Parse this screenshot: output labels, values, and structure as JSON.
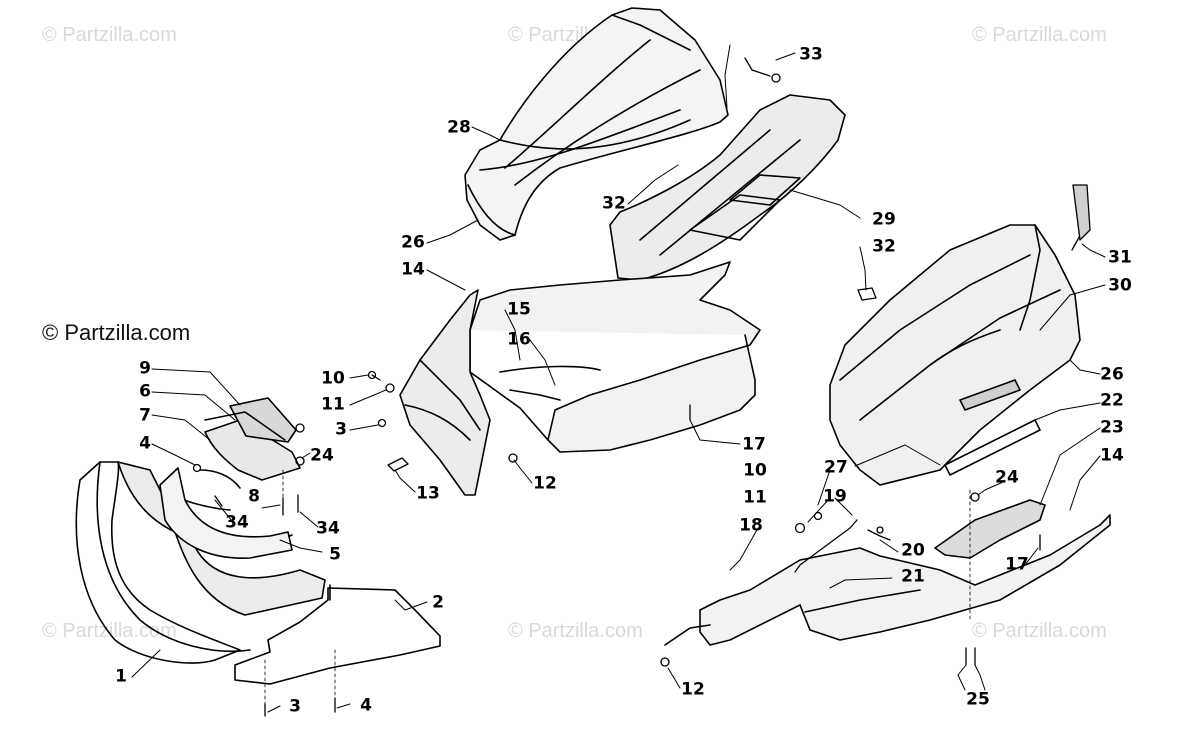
{
  "watermark": "© Partzilla.com",
  "callouts": {
    "c1": "1",
    "c2": "2",
    "c3a": "3",
    "c3b": "3",
    "c4a": "4",
    "c4b": "4",
    "c5": "5",
    "c6": "6",
    "c7": "7",
    "c8": "8",
    "c9": "9",
    "c10a": "10",
    "c10b": "10",
    "c11a": "11",
    "c11b": "11",
    "c12a": "12",
    "c12b": "12",
    "c13": "13",
    "c14a": "14",
    "c14b": "14",
    "c15": "15",
    "c16": "16",
    "c17a": "17",
    "c17b": "17",
    "c18": "18",
    "c19": "19",
    "c20": "20",
    "c21": "21",
    "c22": "22",
    "c23": "23",
    "c24a": "24",
    "c24b": "24",
    "c25": "25",
    "c26a": "26",
    "c26b": "26",
    "c27": "27",
    "c28": "28",
    "c29": "29",
    "c30": "30",
    "c31": "31",
    "c32a": "32",
    "c32b": "32",
    "c33": "33",
    "c34a": "34",
    "c34b": "34"
  },
  "colors": {
    "line": "#000000",
    "shade": "#8a8a8a",
    "watermark": "#d9d9d9"
  }
}
